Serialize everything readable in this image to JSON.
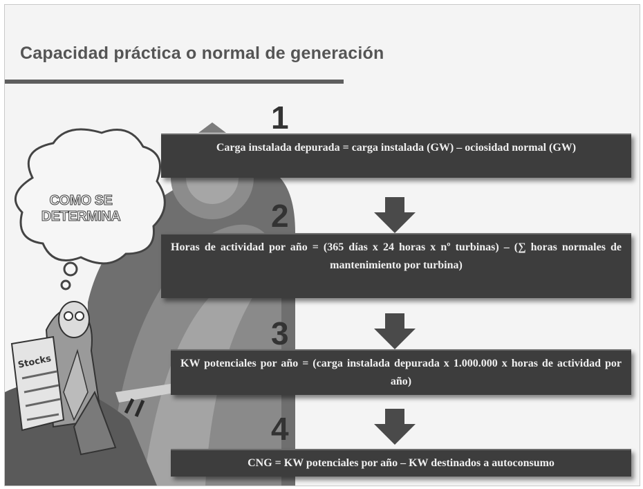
{
  "slide": {
    "title": "Capacidad práctica o normal de generación",
    "bubble_text": "COMO SE DETERMINA",
    "illustration_text": "Stocks",
    "steps": [
      {
        "number": "1",
        "text": "Carga instalada depurada = carga instalada (GW) – ociosidad normal (GW)"
      },
      {
        "number": "2",
        "text": "Horas de actividad por año = (365 días x 24 horas x nº turbinas) – (∑ horas normales de mantenimiento por turbina)"
      },
      {
        "number": "3",
        "text": "KW potenciales por año = (carga instalada depurada x 1.000.000 x horas de actividad por año)"
      },
      {
        "number": "4",
        "text": "CNG = KW potenciales por año – KW destinados a autoconsumo"
      }
    ]
  },
  "colors": {
    "box_bg": "#3d3d3d",
    "box_text": "#f0f0f0",
    "arrow": "#4a4a4a",
    "title": "#555555"
  }
}
